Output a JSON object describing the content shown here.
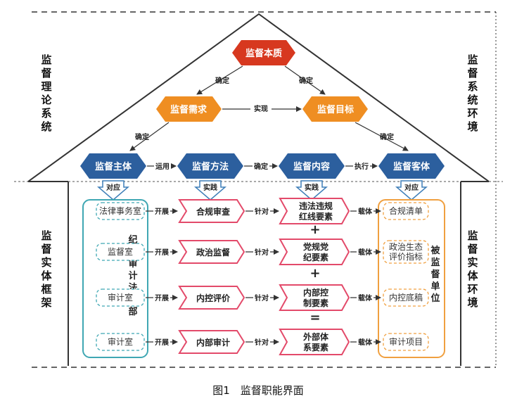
{
  "sides": {
    "theory": "监督理论系统",
    "system_env": "监督系统环境",
    "entity_frame": "监督实体框架",
    "entity_env": "监督实体环境"
  },
  "top": {
    "essence": "监督本质",
    "need": "监督需求",
    "goal": "监督目标",
    "confirm1": "确定",
    "confirm2": "确定",
    "realize": "实现",
    "confirm3": "确定",
    "confirm4": "确定"
  },
  "row": {
    "subject": "监督主体",
    "method": "监督方法",
    "content": "监督内容",
    "object": "监督客体",
    "use": "运用",
    "confirm": "确定",
    "execute": "执行"
  },
  "down_arrows": [
    "对应",
    "实践",
    "实践",
    "对应"
  ],
  "left_group_title": "纪检审计法律部",
  "right_group_title": "被监督单位",
  "rows": [
    {
      "dept": "法律事务室",
      "kaizhan": "开展",
      "method": "合规审查",
      "zhendui": "针对",
      "content": "违法违规红线要素",
      "zaiti": "载体",
      "target": "合规清单"
    },
    {
      "dept": "监督室",
      "kaizhan": "开展",
      "method": "政治监督",
      "zhendui": "针对",
      "content": "党规党纪要素",
      "zaiti": "载体",
      "target": "政治生态评价指标"
    },
    {
      "dept": "审计室",
      "kaizhan": "开展",
      "method": "内控评价",
      "zhendui": "针对",
      "content": "内部控制要素",
      "zaiti": "载体",
      "target": "内控底稿"
    },
    {
      "dept": "审计室",
      "kaizhan": "开展",
      "method": "内部审计",
      "zhendui": "针对",
      "content": "外部体系要素",
      "zaiti": "载体",
      "target": "审计项目"
    }
  ],
  "operators": [
    "+",
    "+",
    "="
  ],
  "caption": "图1　监督职能界面",
  "colors": {
    "red": "#d7381f",
    "orange": "#ef8e22",
    "blue": "#2c5f9e",
    "pink": "#e34a6a",
    "teal": "#3fa7b3",
    "frame_orange": "#f0a040"
  }
}
